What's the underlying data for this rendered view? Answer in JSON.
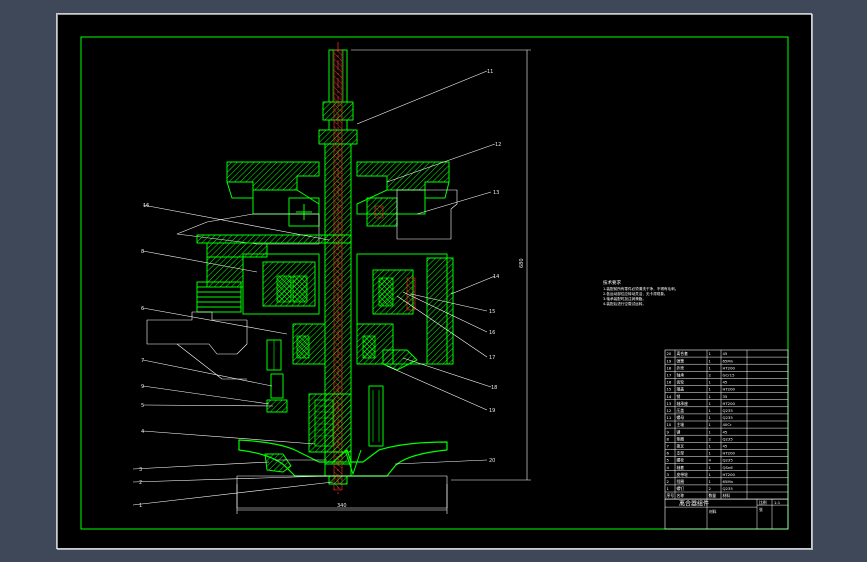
{
  "screen": {
    "background": "#3f4858",
    "canvas_color": "#000000",
    "frame_color": "#00ff00"
  },
  "drawing": {
    "title": "离合器组件",
    "scale_label": "比例",
    "scale_value": "1:1",
    "sheet_label": "张",
    "material_label": "材料",
    "dim_width": "340",
    "dim_height": "680",
    "notes": [
      "技术要求",
      "1.装配前所有零件必须清洗干净，不得有毛刺。",
      "2.各运动部位应转动灵活，无卡滞现象。",
      "3.轴承装配时加注润滑脂。",
      "4.装配后进行空载试运转。"
    ],
    "callouts_left": [
      "16",
      "8",
      "6",
      "7",
      "5",
      "9",
      "4",
      "3",
      "2",
      "1"
    ],
    "callouts_right": [
      "11",
      "12",
      "13",
      "14",
      "15",
      "16",
      "17",
      "18",
      "19",
      "20"
    ],
    "bom_rows": [
      [
        "20",
        "离合套",
        "1",
        "45"
      ],
      [
        "19",
        "弹簧",
        "1",
        "65Mn"
      ],
      [
        "18",
        "外壳",
        "1",
        "HT200"
      ],
      [
        "17",
        "轴承",
        "2",
        "GCr15"
      ],
      [
        "16",
        "齿轮",
        "1",
        "45"
      ],
      [
        "15",
        "端盖",
        "1",
        "HT200"
      ],
      [
        "14",
        "销",
        "1",
        "35"
      ],
      [
        "13",
        "轴承座",
        "1",
        "HT200"
      ],
      [
        "12",
        "压盖",
        "1",
        "Q235"
      ],
      [
        "11",
        "螺母",
        "1",
        "Q235"
      ],
      [
        "10",
        "主轴",
        "1",
        "40Cr"
      ],
      [
        "9",
        "键",
        "1",
        "45"
      ],
      [
        "8",
        "垫圈",
        "2",
        "Q235"
      ],
      [
        "7",
        "拨叉",
        "1",
        "45"
      ],
      [
        "6",
        "支架",
        "1",
        "HT200"
      ],
      [
        "5",
        "螺栓",
        "4",
        "Q235"
      ],
      [
        "4",
        "轴套",
        "1",
        "QSn6"
      ],
      [
        "3",
        "皮带轮",
        "1",
        "HT200"
      ],
      [
        "2",
        "挡圈",
        "1",
        "65Mn"
      ],
      [
        "1",
        "螺钉",
        "2",
        "Q235"
      ]
    ],
    "bom_header": [
      "序号",
      "名称",
      "数量",
      "材料"
    ]
  }
}
